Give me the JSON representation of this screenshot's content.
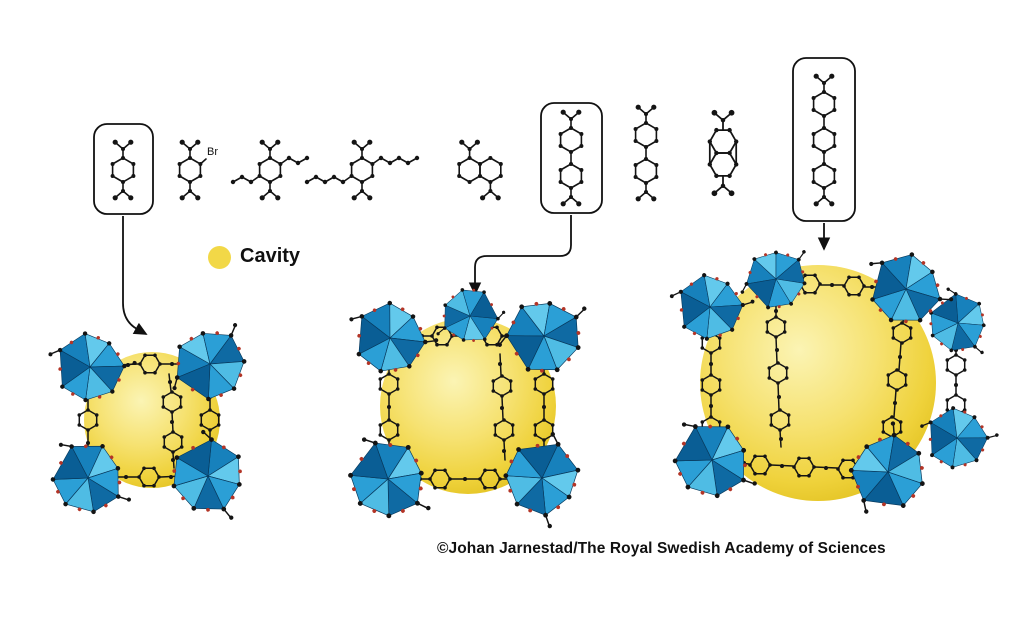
{
  "legend": {
    "cavity": "Cavity"
  },
  "annotations": {
    "bromine": "Br"
  },
  "credit": "©Johan Jarnestad/The Royal Swedish Academy of Sciences",
  "palette": {
    "cavity_yellow": "#F2D847",
    "cavity_highlight": "#FBF4B4",
    "cavity_deep": "#E0BF1D",
    "cluster_blue_light": "#63C9EC",
    "cluster_blue": "#2B9FD6",
    "cluster_blue_dark": "#0F6AA3",
    "bond_black": "#141414",
    "oxygen_red": "#B33527"
  }
}
